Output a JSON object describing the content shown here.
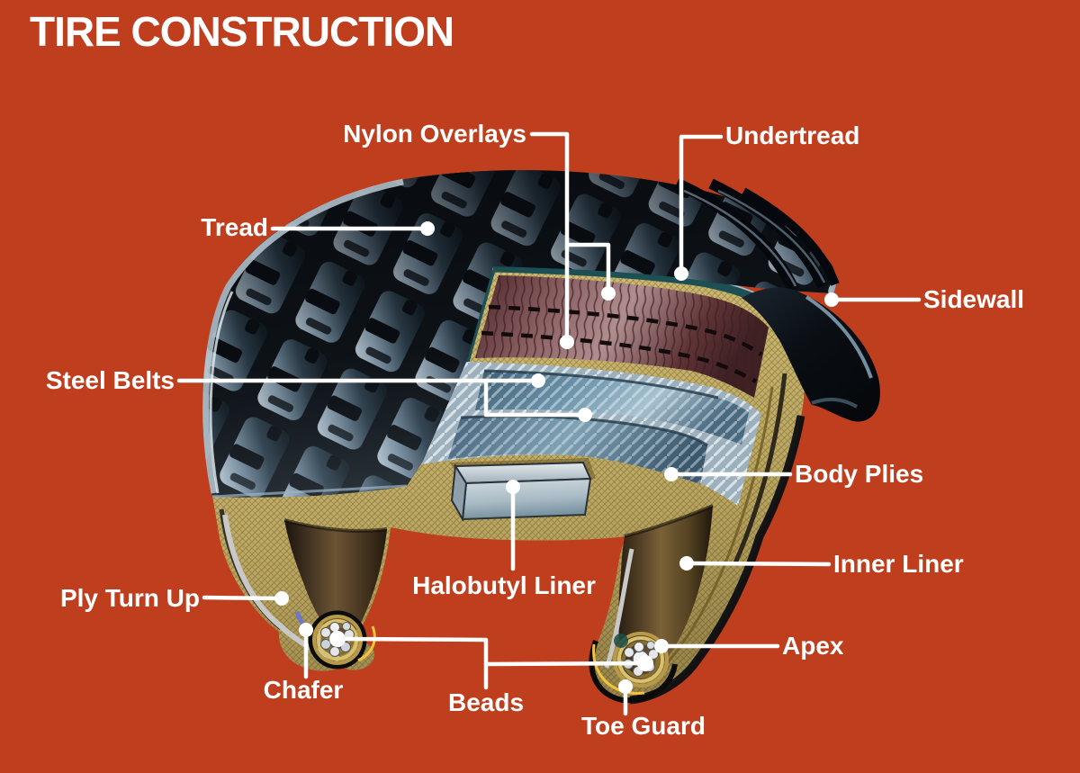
{
  "title": "TIRE CONSTRUCTION",
  "labels": {
    "tread": "Tread",
    "nylon_overlays": "Nylon Overlays",
    "undertread": "Undertread",
    "sidewall": "Sidewall",
    "steel_belts": "Steel Belts",
    "body_plies": "Body Plies",
    "inner_liner": "Inner Liner",
    "halobutyl_liner": "Halobutyl Liner",
    "ply_turn_up": "Ply Turn Up",
    "chafer": "Chafer",
    "beads": "Beads",
    "toe_guard": "Toe Guard",
    "apex": "Apex"
  },
  "colors": {
    "background": "#bf3e1e",
    "label_text": "#ffffff",
    "leader_line": "#ffffff",
    "tread_rubber": "#0e1318",
    "tread_highlight": "#a9bfce",
    "undertread_teal": "#1d5055",
    "nylon_overlay_maroon": "#8a5f62",
    "steel_belt_blue": "#6c94ab",
    "body_ply_tan": "#d8c67e",
    "inner_liner_brown": "#6b5434",
    "halobutyl_silver": "#c3ced5",
    "toe_guard_yellow": "#f2c23e",
    "chafer_blue": "#6a78cc",
    "bead_steel": "#e8e8e8",
    "rim_strip_gray": "#c8c8c8"
  }
}
